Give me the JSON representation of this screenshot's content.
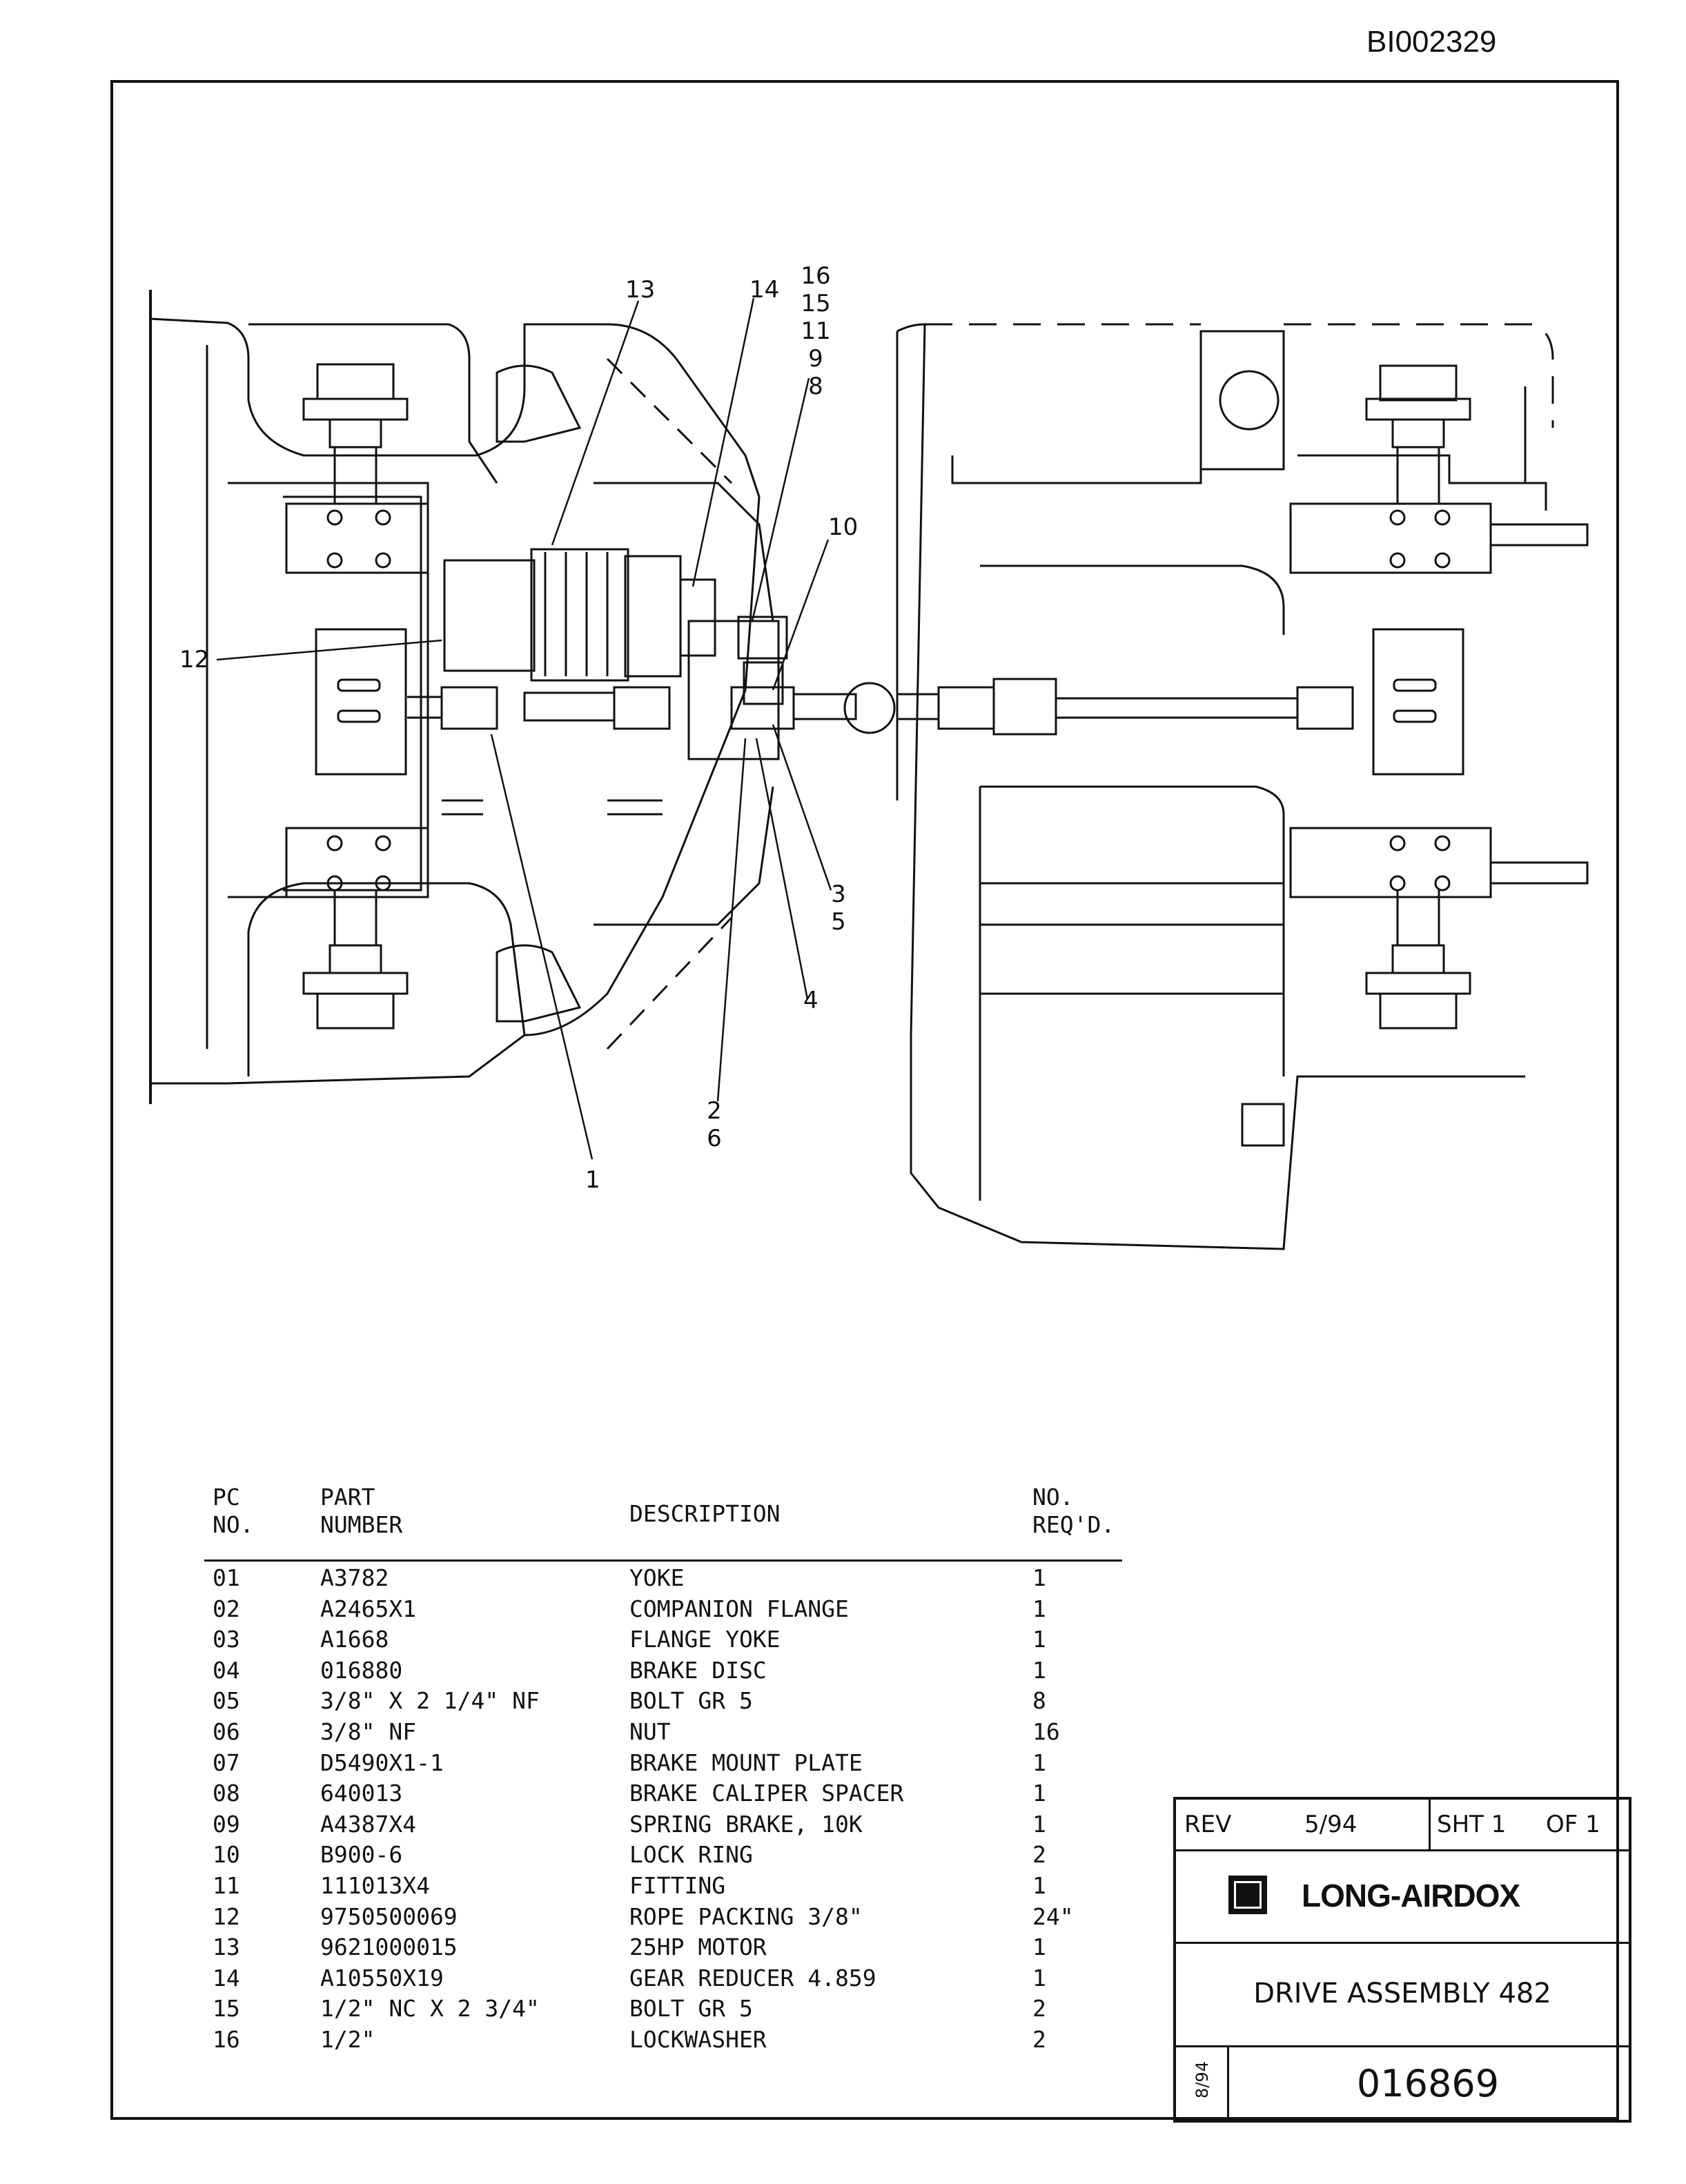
{
  "doc_id": "BI002329",
  "callouts": {
    "c1": "1",
    "c4": "4",
    "c10": "10",
    "c12": "12",
    "c13": "13",
    "c14": "14",
    "stack_top": [
      "16",
      "15",
      "11",
      "9",
      "8"
    ],
    "stack_3_5": [
      "3",
      "5"
    ],
    "stack_2_6": [
      "2",
      "6"
    ]
  },
  "parts_table": {
    "headers": {
      "pc_no": [
        "PC",
        "NO."
      ],
      "part_number": [
        "PART",
        "NUMBER"
      ],
      "description": "DESCRIPTION",
      "no_reqd": [
        "NO.",
        "REQ'D."
      ]
    },
    "rows": [
      {
        "pc": "01",
        "part": "A3782",
        "desc": "YOKE",
        "qty": "1"
      },
      {
        "pc": "02",
        "part": "A2465X1",
        "desc": "COMPANION FLANGE",
        "qty": "1"
      },
      {
        "pc": "03",
        "part": "A1668",
        "desc": "FLANGE YOKE",
        "qty": "1"
      },
      {
        "pc": "04",
        "part": "016880",
        "desc": "BRAKE DISC",
        "qty": "1"
      },
      {
        "pc": "05",
        "part": "3/8\" X 2 1/4\" NF",
        "desc": "BOLT GR 5",
        "qty": "8"
      },
      {
        "pc": "06",
        "part": "3/8\" NF",
        "desc": "NUT",
        "qty": "16"
      },
      {
        "pc": "07",
        "part": "D5490X1-1",
        "desc": "BRAKE MOUNT PLATE",
        "qty": "1"
      },
      {
        "pc": "08",
        "part": "640013",
        "desc": "BRAKE CALIPER SPACER",
        "qty": "1"
      },
      {
        "pc": "09",
        "part": "A4387X4",
        "desc": "SPRING BRAKE, 10K",
        "qty": "1"
      },
      {
        "pc": "10",
        "part": "B900-6",
        "desc": "LOCK RING",
        "qty": "2"
      },
      {
        "pc": "11",
        "part": "111013X4",
        "desc": "FITTING",
        "qty": "1"
      },
      {
        "pc": "12",
        "part": "9750500069",
        "desc": "ROPE PACKING 3/8\"",
        "qty": "24\""
      },
      {
        "pc": "13",
        "part": "9621000015",
        "desc": "25HP MOTOR",
        "qty": "1"
      },
      {
        "pc": "14",
        "part": "A10550X19",
        "desc": "GEAR REDUCER   4.859",
        "qty": "1"
      },
      {
        "pc": "15",
        "part": "1/2\" NC X 2 3/4\"",
        "desc": "BOLT GR 5",
        "qty": "2"
      },
      {
        "pc": "16",
        "part": "1/2\"",
        "desc": "LOCKWASHER",
        "qty": "2"
      }
    ]
  },
  "title_block": {
    "rev_label": "REV",
    "rev_date": "5/94",
    "sheet_label": "SHT 1",
    "of_label": "OF 1",
    "company": "LONG-AIRDOX",
    "title": "DRIVE ASSEMBLY 482",
    "date_code": "8/94",
    "drawing_number": "016869"
  }
}
